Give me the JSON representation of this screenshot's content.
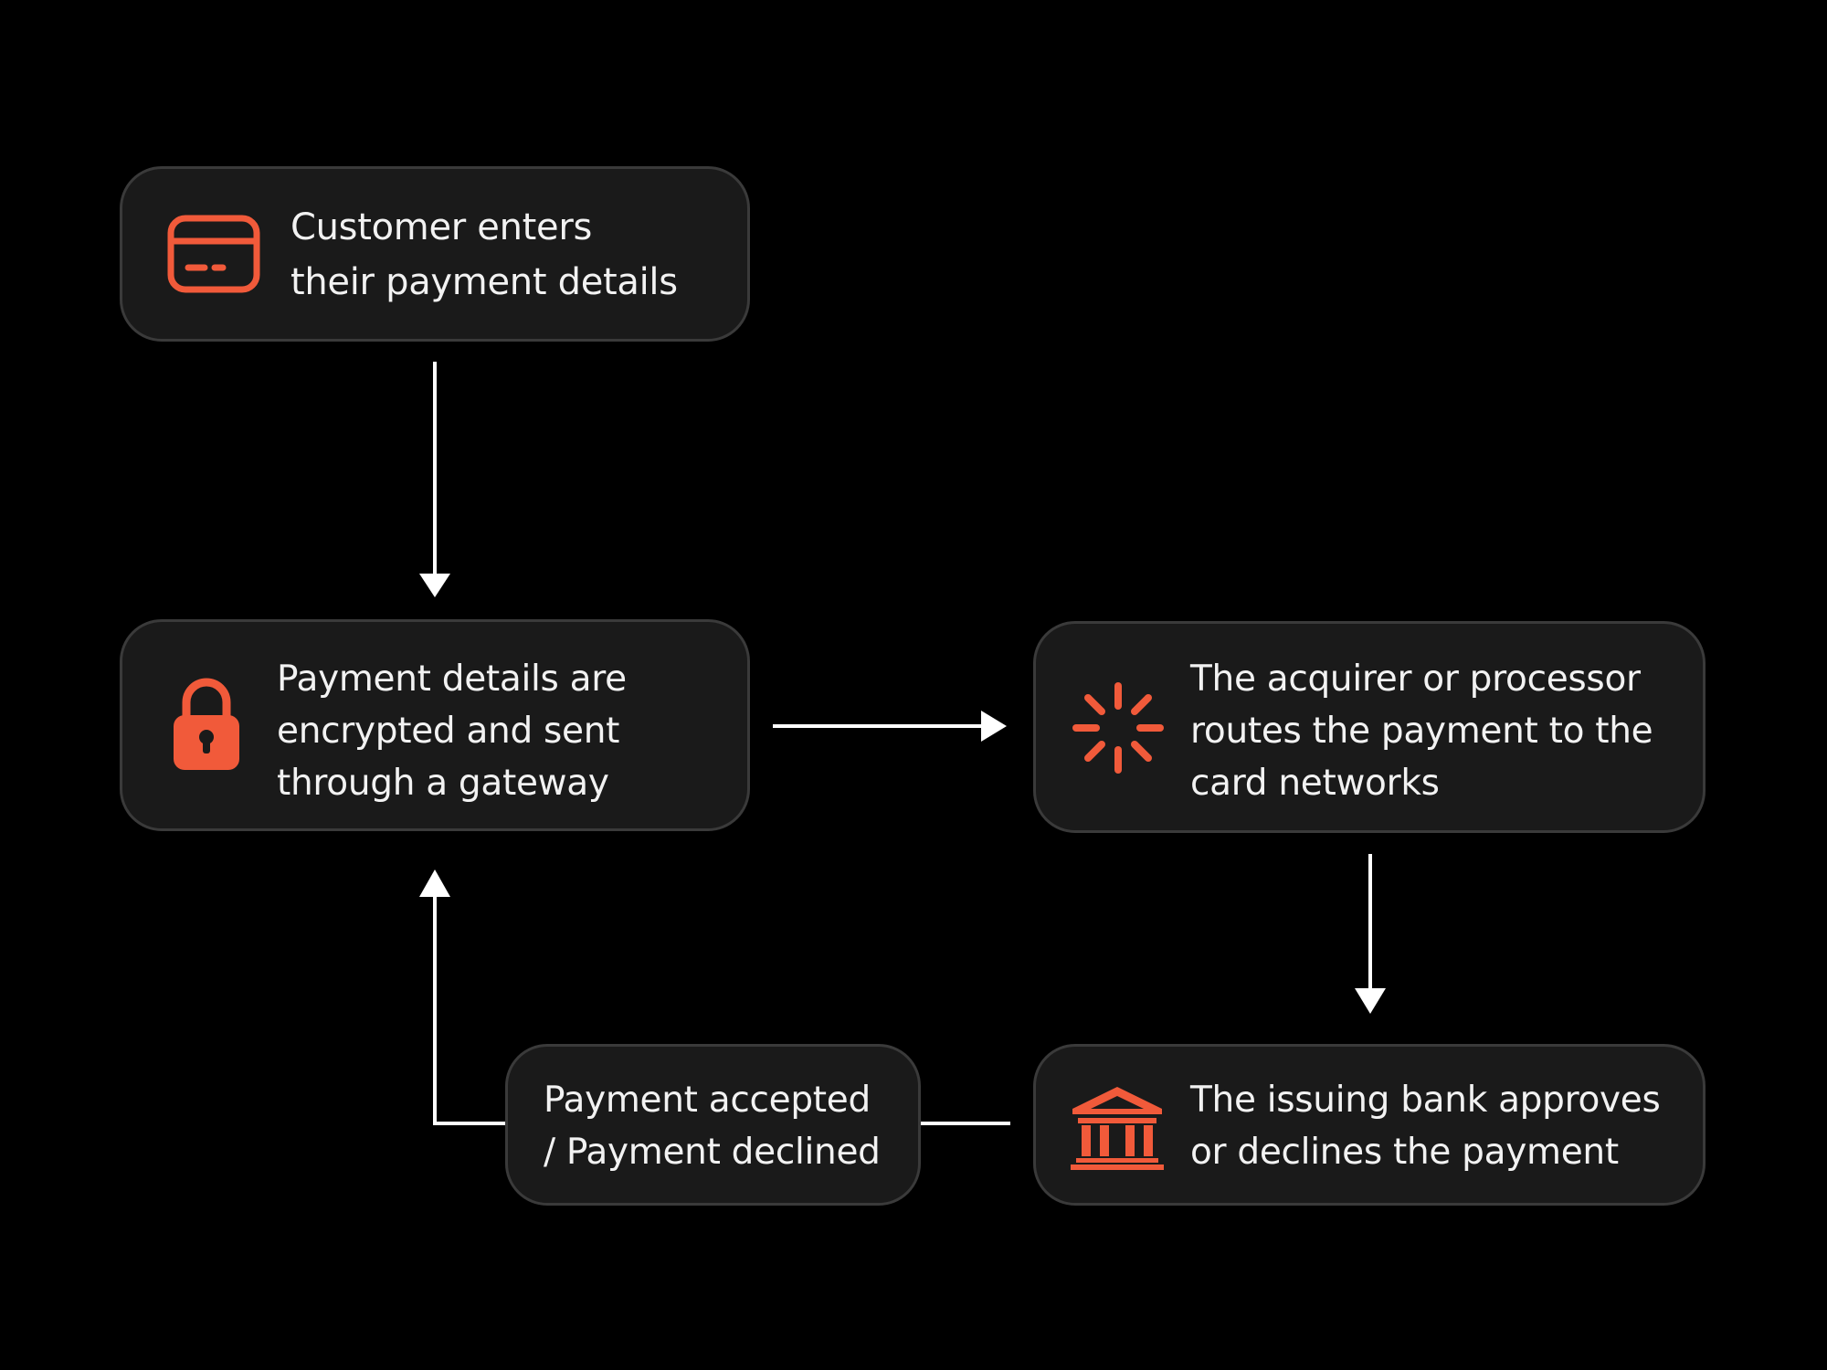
{
  "colors": {
    "background": "#000000",
    "node_fill": "#1a1a1a",
    "node_border": "#3a3a3a",
    "text": "#f2f2f2",
    "accent": "#f15a3a",
    "connector": "#ffffff"
  },
  "nodes": {
    "customer": {
      "icon": "credit-card-icon",
      "lines": [
        "Customer enters",
        "their payment details"
      ]
    },
    "encrypt": {
      "icon": "padlock-icon",
      "lines": [
        "Payment details are",
        "encrypted and sent",
        "through a gateway"
      ]
    },
    "route": {
      "icon": "processing-spinner-icon",
      "lines": [
        "The acquirer or processor",
        "routes the payment to the",
        "card networks"
      ]
    },
    "bank": {
      "icon": "bank-building-icon",
      "lines": [
        "The issuing bank approves",
        "or declines the payment"
      ]
    },
    "result": {
      "lines": [
        "Payment accepted",
        "/ Payment declined"
      ]
    }
  },
  "edges": [
    {
      "from": "customer",
      "to": "encrypt",
      "arrow": true
    },
    {
      "from": "encrypt",
      "to": "route",
      "arrow": true
    },
    {
      "from": "route",
      "to": "bank",
      "arrow": true
    },
    {
      "from": "bank",
      "to": "result",
      "arrow": false
    },
    {
      "from": "result",
      "to": "encrypt",
      "arrow": true
    }
  ]
}
